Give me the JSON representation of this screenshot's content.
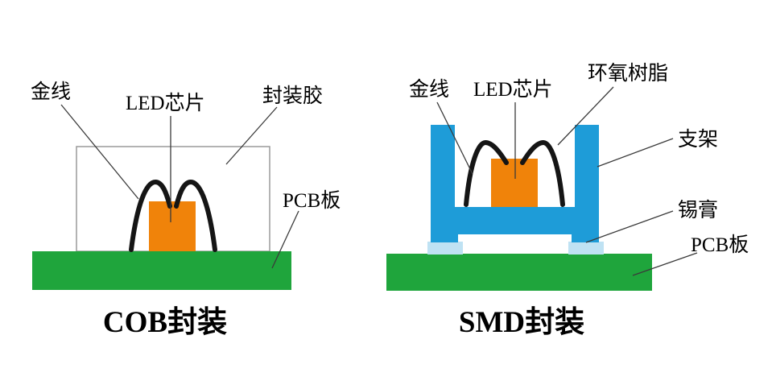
{
  "colors": {
    "pcb_green": "#1fa53c",
    "chip_orange": "#f0830a",
    "bracket_blue": "#1e9cd8",
    "solder_pale": "#bfe2f3",
    "wire_black": "#151515",
    "outline_gray": "#9a9a9a"
  },
  "cob": {
    "caption": "COB封装",
    "labels": {
      "gold_wire": "金线",
      "led_chip": "LED芯片",
      "encapsulant": "封装胶",
      "pcb": "PCB板"
    }
  },
  "smd": {
    "caption": "SMD封装",
    "labels": {
      "gold_wire": "金线",
      "led_chip": "LED芯片",
      "epoxy_resin": "环氧树脂",
      "bracket": "支架",
      "solder_paste": "锡膏",
      "pcb": "PCB板"
    }
  }
}
